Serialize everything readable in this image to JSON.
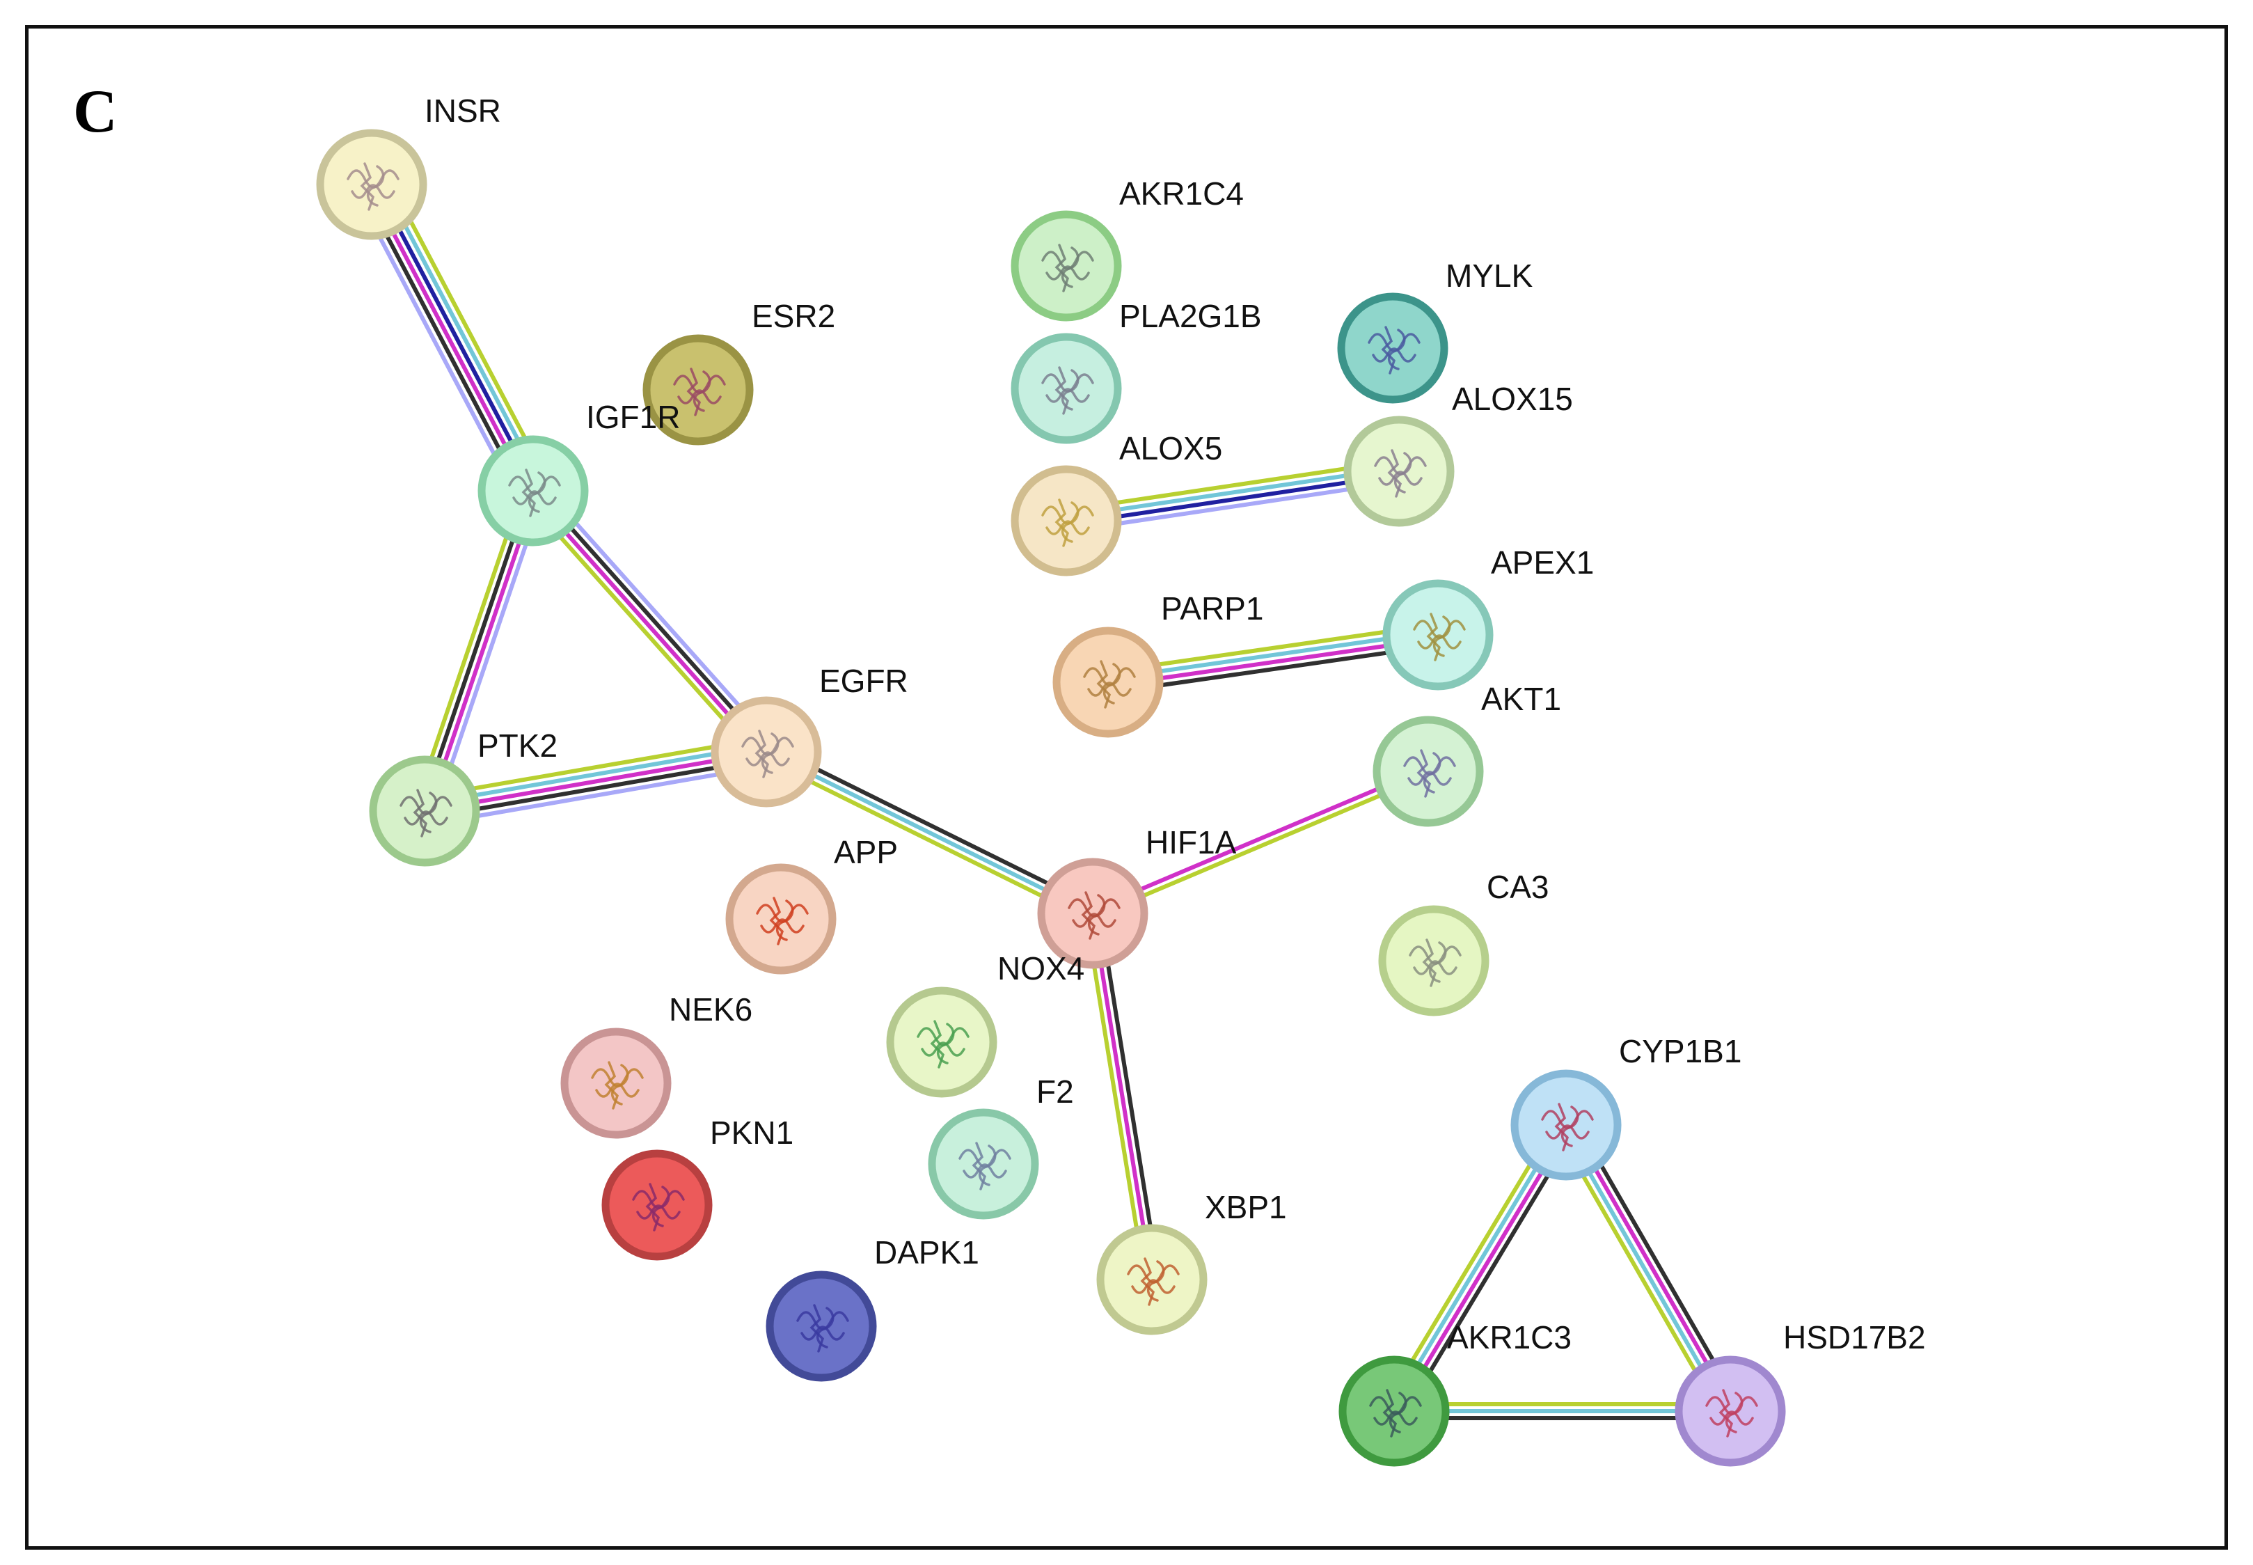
{
  "panel_label": "C",
  "nodes": [
    {
      "id": "INSR",
      "label": "INSR",
      "color": "#f7f2c8",
      "ring": "#c9c49a",
      "glyph": "#a58d8d"
    },
    {
      "id": "ESR2",
      "label": "ESR2",
      "color": "#c9c16e",
      "ring": "#9a9344",
      "glyph": "#9a4a64"
    },
    {
      "id": "IGF1R",
      "label": "IGF1R",
      "color": "#c8f6dc",
      "ring": "#86cfa5",
      "glyph": "#7a8a8a"
    },
    {
      "id": "AKR1C4",
      "label": "AKR1C4",
      "color": "#cdf0c8",
      "ring": "#8ccc84",
      "glyph": "#6f7f74"
    },
    {
      "id": "PLA2G1B",
      "label": "PLA2G1B",
      "color": "#c6efe0",
      "ring": "#84c7af",
      "glyph": "#7a7f8f"
    },
    {
      "id": "MYLK",
      "label": "MYLK",
      "color": "#8fd6cb",
      "ring": "#3c948a",
      "glyph": "#4a5aa0"
    },
    {
      "id": "ALOX15",
      "label": "ALOX15",
      "color": "#e6f6cf",
      "ring": "#b2c999",
      "glyph": "#8a7f8f"
    },
    {
      "id": "ALOX5",
      "label": "ALOX5",
      "color": "#f6e6c6",
      "ring": "#d1bd8f",
      "glyph": "#c0a040"
    },
    {
      "id": "PARP1",
      "label": "PARP1",
      "color": "#f8d6b4",
      "ring": "#d8ae84",
      "glyph": "#b08040"
    },
    {
      "id": "APEX1",
      "label": "APEX1",
      "color": "#c8f3ea",
      "ring": "#86c8b8",
      "glyph": "#a09040"
    },
    {
      "id": "EGFR",
      "label": "EGFR",
      "color": "#fae3c8",
      "ring": "#d8bc98",
      "glyph": "#9a8a8a"
    },
    {
      "id": "AKT1",
      "label": "AKT1",
      "color": "#d4f2d3",
      "ring": "#96c895",
      "glyph": "#7070a0"
    },
    {
      "id": "PTK2",
      "label": "PTK2",
      "color": "#d6f1c9",
      "ring": "#9cc98c",
      "glyph": "#707070"
    },
    {
      "id": "APP",
      "label": "APP",
      "color": "#f8d5c3",
      "ring": "#d3a88e",
      "glyph": "#d04020"
    },
    {
      "id": "HIF1A",
      "label": "HIF1A",
      "color": "#f8c8c0",
      "ring": "#cf9f96",
      "glyph": "#b04a3a"
    },
    {
      "id": "CA3",
      "label": "CA3",
      "color": "#e5f6c3",
      "ring": "#b6cf8c",
      "glyph": "#8a8f80"
    },
    {
      "id": "NOX4",
      "label": "NOX4",
      "color": "#e8f6c8",
      "ring": "#b5c98f",
      "glyph": "#4aa050"
    },
    {
      "id": "NEK6",
      "label": "NEK6",
      "color": "#f3c6c6",
      "ring": "#c99494",
      "glyph": "#c08030"
    },
    {
      "id": "CYP1B1",
      "label": "CYP1B1",
      "color": "#bfe1f6",
      "ring": "#86b8d8",
      "glyph": "#b04060"
    },
    {
      "id": "F2",
      "label": "F2",
      "color": "#c8f0dc",
      "ring": "#88c8a8",
      "glyph": "#7080a0"
    },
    {
      "id": "PKN1",
      "label": "PKN1",
      "color": "#ec5a5a",
      "ring": "#b84040",
      "glyph": "#8a2a6a"
    },
    {
      "id": "XBP1",
      "label": "XBP1",
      "color": "#eef5c6",
      "ring": "#c0c991",
      "glyph": "#c06030"
    },
    {
      "id": "DAPK1",
      "label": "DAPK1",
      "color": "#6a72c8",
      "ring": "#424a98",
      "glyph": "#3a3aa0"
    },
    {
      "id": "AKR1C3",
      "label": "AKR1C3",
      "color": "#78c878",
      "ring": "#3f9a3f",
      "glyph": "#3a5a5a"
    },
    {
      "id": "HSD17B2",
      "label": "HSD17B2",
      "color": "#d2bff2",
      "ring": "#a088cf",
      "glyph": "#c04060"
    }
  ],
  "evidence_colors": {
    "database": "#72c6d8",
    "experimental": "#d030c8",
    "textmining": "#b8d030",
    "coexpression": "#303030",
    "homology": "#a8a8f8",
    "cooccurrence": "#2020a0"
  },
  "edges": [
    {
      "source": "INSR",
      "target": "IGF1R",
      "evidence": [
        "textmining",
        "database",
        "cooccurrence",
        "experimental",
        "coexpression",
        "homology"
      ]
    },
    {
      "source": "IGF1R",
      "target": "PTK2",
      "evidence": [
        "homology",
        "experimental",
        "coexpression",
        "textmining"
      ]
    },
    {
      "source": "IGF1R",
      "target": "EGFR",
      "evidence": [
        "homology",
        "coexpression",
        "experimental",
        "textmining"
      ]
    },
    {
      "source": "PTK2",
      "target": "EGFR",
      "evidence": [
        "textmining",
        "database",
        "experimental",
        "coexpression",
        "homology"
      ]
    },
    {
      "source": "EGFR",
      "target": "HIF1A",
      "evidence": [
        "coexpression",
        "database",
        "textmining"
      ]
    },
    {
      "source": "HIF1A",
      "target": "AKT1",
      "evidence": [
        "experimental",
        "textmining"
      ]
    },
    {
      "source": "HIF1A",
      "target": "XBP1",
      "evidence": [
        "coexpression",
        "experimental",
        "textmining"
      ]
    },
    {
      "source": "ALOX5",
      "target": "ALOX15",
      "evidence": [
        "textmining",
        "database",
        "cooccurrence",
        "homology"
      ]
    },
    {
      "source": "PARP1",
      "target": "APEX1",
      "evidence": [
        "textmining",
        "database",
        "experimental",
        "coexpression"
      ]
    },
    {
      "source": "CYP1B1",
      "target": "AKR1C3",
      "evidence": [
        "coexpression",
        "experimental",
        "database",
        "textmining"
      ]
    },
    {
      "source": "CYP1B1",
      "target": "HSD17B2",
      "evidence": [
        "coexpression",
        "experimental",
        "database",
        "textmining"
      ]
    },
    {
      "source": "AKR1C3",
      "target": "HSD17B2",
      "evidence": [
        "textmining",
        "database",
        "coexpression"
      ]
    }
  ]
}
